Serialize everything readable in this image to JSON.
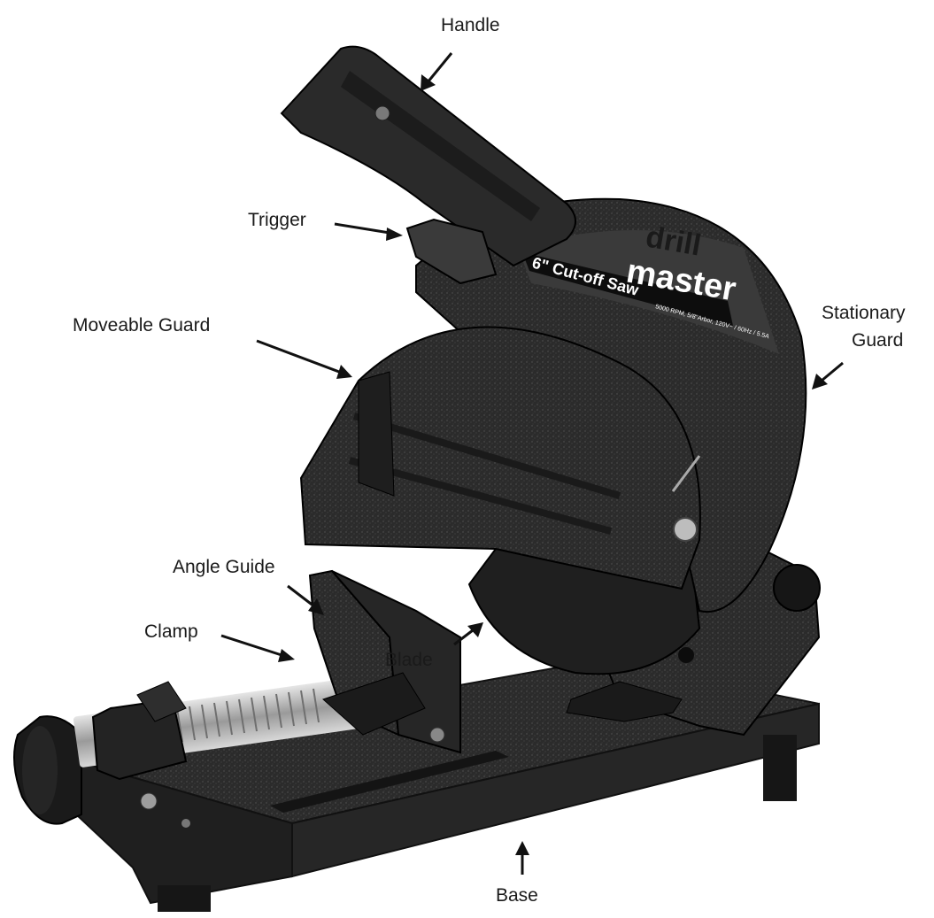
{
  "callouts": {
    "handle": "Handle",
    "trigger": "Trigger",
    "moveable_guard": "Moveable Guard",
    "stationary_guard_line1": "Stationary",
    "stationary_guard_line2": "Guard",
    "angle_guide": "Angle Guide",
    "clamp": "Clamp",
    "blade": "Blade",
    "base": "Base"
  },
  "product_label": {
    "brand_line1": "drill",
    "brand_line2": "master",
    "model": "6\" Cut-off Saw",
    "specs": "5000 RPM, 5/8\"Arbor, 120V~ / 60Hz / 5.5A"
  },
  "colors": {
    "body": "#2b2b2b",
    "body_dark": "#1c1c1c",
    "highlight": "#4a4a4a",
    "metal": "#b9b9b9",
    "label_band": "#3a3a3a"
  }
}
